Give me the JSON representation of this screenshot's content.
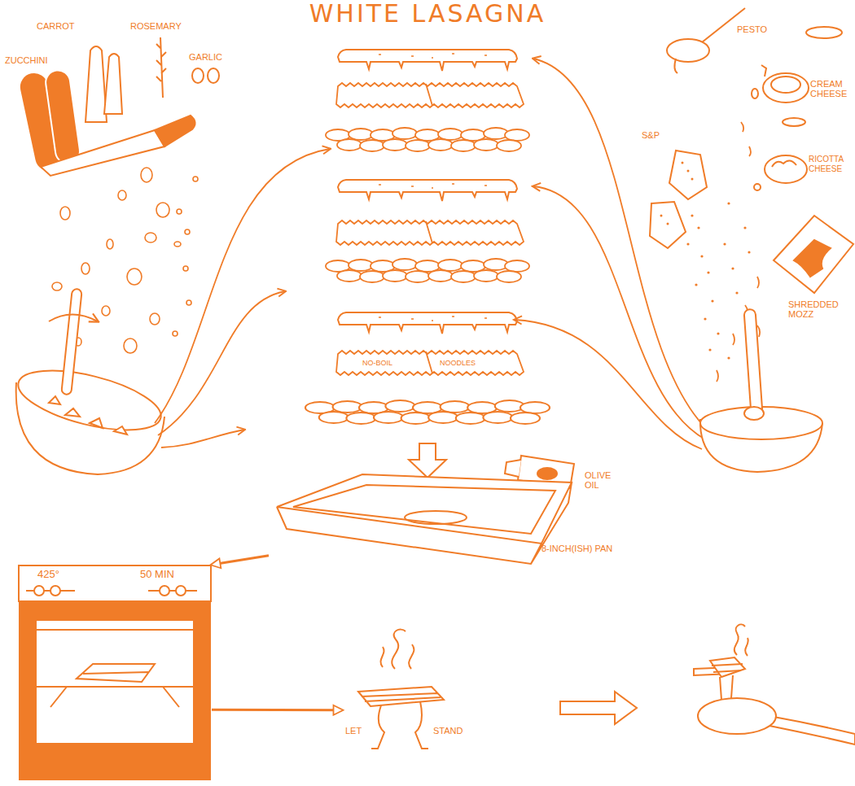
{
  "diagram": {
    "title": "WHITE LASAGNA",
    "nodes": [
      {
        "text": [
          "NO-BOIL",
          "NOODLES"
        ]
      },
      {
        "text": [
          "8-INCH(ISH) PAN"
        ]
      },
      {
        "text": [
          "425°",
          "50 MIN"
        ]
      },
      {
        "text": [
          "LET",
          "STAND"
        ]
      }
    ],
    "edges": [
      {
        "from": 1,
        "to": 2,
        "arrow": "to"
      },
      {
        "from": 2,
        "to": 3,
        "arrow": "to"
      }
    ],
    "labels": [
      "CARROT",
      "ROSEMARY",
      "ZUCCHINI",
      "GARLIC",
      "PESTO",
      "CREAM CHEESE",
      "S&P",
      "RICOTTA CHEESE",
      "SHREDDED MOZZ",
      "OLIVE OIL"
    ]
  }
}
